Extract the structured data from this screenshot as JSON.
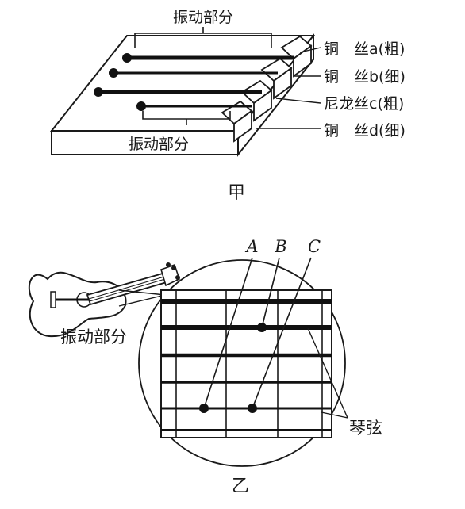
{
  "figure_a": {
    "caption": "甲",
    "top_label": "振动部分",
    "bottom_label": "振动部分",
    "strings": [
      {
        "id": "a",
        "label": "铜　丝a(粗)"
      },
      {
        "id": "b",
        "label": "铜　丝b(细)"
      },
      {
        "id": "c",
        "label": "尼龙丝c(粗)"
      },
      {
        "id": "d",
        "label": "铜　丝d(细)"
      }
    ]
  },
  "figure_b": {
    "caption": "乙",
    "vibrating_label": "振动部分",
    "string_label": "琴弦",
    "pointers": [
      "A",
      "B",
      "C"
    ]
  }
}
